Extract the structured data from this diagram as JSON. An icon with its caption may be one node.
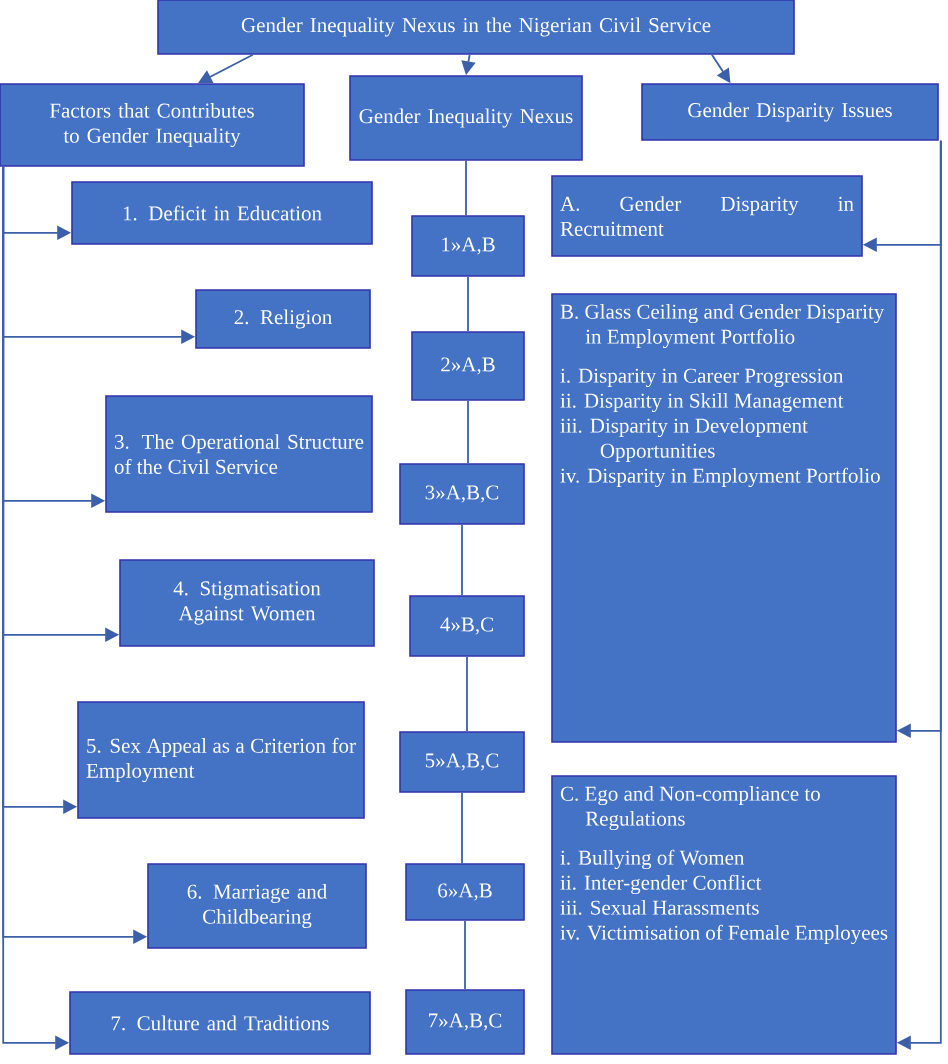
{
  "diagram": {
    "nodes": [
      {
        "text": [
          "Gender Inequality Nexus in the Nigerian Civil Service"
        ]
      },
      {
        "text": [
          "Factors that Contributes to Gender Inequality"
        ]
      },
      {
        "text": [
          "Gender Inequality Nexus"
        ]
      },
      {
        "text": [
          "Gender Disparity Issues"
        ]
      },
      {
        "text": [
          "1. Deficit in Education"
        ]
      },
      {
        "text": [
          "2. Religion"
        ]
      },
      {
        "text": [
          "3. The Operational Structure of the Civil Service"
        ]
      },
      {
        "text": [
          "4. Stigmatisation Against Women"
        ]
      },
      {
        "text": [
          "5. Sex Appeal as a Criterion for Employment"
        ]
      },
      {
        "text": [
          "6. Marriage and Childbearing"
        ]
      },
      {
        "text": [
          "7. Culture and Traditions"
        ]
      },
      {
        "text": [
          "1»A,B"
        ]
      },
      {
        "text": [
          "2»A,B"
        ]
      },
      {
        "text": [
          "3»A,B,C"
        ]
      },
      {
        "text": [
          "4»B,C"
        ]
      },
      {
        "text": [
          "5»A,B,C"
        ]
      },
      {
        "text": [
          "6»A,B"
        ]
      },
      {
        "text": [
          "7»A,B,C"
        ]
      },
      {
        "text": [
          "A. Gender Disparity in Recruitment"
        ]
      },
      {
        "text": [
          "B. Glass Ceiling and Gender Disparity in Employment Portfolio",
          "i. Disparity in Career Progression",
          "ii. Disparity in Skill Management",
          "iii. Disparity in Development Opportunities",
          "iv. Disparity in Employment Portfolio"
        ]
      },
      {
        "text": [
          "C. Ego and Non-compliance to Regulations",
          "i. Bullying of Women",
          "ii. Inter-gender Conflict",
          "iii. Sexual Harassments",
          "iv. Victimisation of Female Employees"
        ]
      }
    ],
    "edges": [
      {
        "from": 0,
        "to": 1,
        "arrow": "to"
      },
      {
        "from": 0,
        "to": 2,
        "arrow": "to"
      },
      {
        "from": 0,
        "to": 3,
        "arrow": "to"
      },
      {
        "from": 1,
        "to": 4,
        "arrow": "to"
      },
      {
        "from": 1,
        "to": 5,
        "arrow": "to"
      },
      {
        "from": 1,
        "to": 6,
        "arrow": "to"
      },
      {
        "from": 1,
        "to": 7,
        "arrow": "to"
      },
      {
        "from": 1,
        "to": 8,
        "arrow": "to"
      },
      {
        "from": 1,
        "to": 9,
        "arrow": "to"
      },
      {
        "from": 1,
        "to": 10,
        "arrow": "to"
      },
      {
        "from": 2,
        "to": 11,
        "arrow": "none"
      },
      {
        "from": 11,
        "to": 12,
        "arrow": "none"
      },
      {
        "from": 12,
        "to": 13,
        "arrow": "none"
      },
      {
        "from": 13,
        "to": 14,
        "arrow": "none"
      },
      {
        "from": 14,
        "to": 15,
        "arrow": "none"
      },
      {
        "from": 15,
        "to": 16,
        "arrow": "none"
      },
      {
        "from": 16,
        "to": 17,
        "arrow": "none"
      },
      {
        "from": 3,
        "to": 18,
        "arrow": "to"
      },
      {
        "from": 3,
        "to": 19,
        "arrow": "to"
      },
      {
        "from": 3,
        "to": 20,
        "arrow": "to"
      }
    ]
  }
}
